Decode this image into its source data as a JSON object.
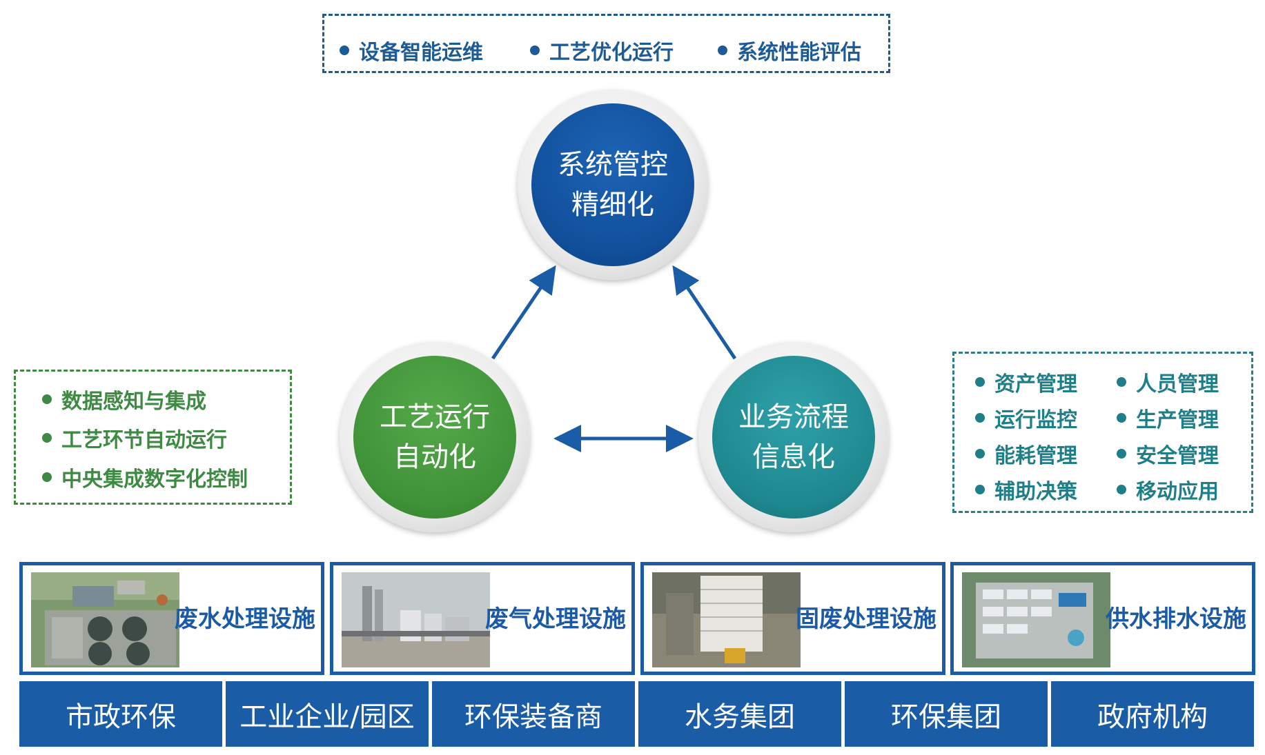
{
  "top_box": {
    "items": [
      "设备智能运维",
      "工艺优化运行",
      "系统性能评估"
    ]
  },
  "circles": {
    "top": {
      "line1": "系统管控",
      "line2": "精细化"
    },
    "left": {
      "line1": "工艺运行",
      "line2": "自动化"
    },
    "right": {
      "line1": "业务流程",
      "line2": "信息化"
    }
  },
  "left_box": {
    "items": [
      "数据感知与集成",
      "工艺环节自动运行",
      "中央集成数字化控制"
    ]
  },
  "right_box": {
    "items": [
      "资产管理",
      "人员管理",
      "运行监控",
      "生产管理",
      "能耗管理",
      "安全管理",
      "辅助决策",
      "移动应用"
    ]
  },
  "facilities": [
    "废水处理设施",
    "废气处理设施",
    "固废处理设施",
    "供水排水设施"
  ],
  "categories": [
    "市政环保",
    "工业企业/园区",
    "环保装备商",
    "水务集团",
    "环保集团",
    "政府机构"
  ],
  "colors": {
    "blue": "#1a5ca6",
    "green": "#3e8a43",
    "teal": "#1f7f88"
  }
}
